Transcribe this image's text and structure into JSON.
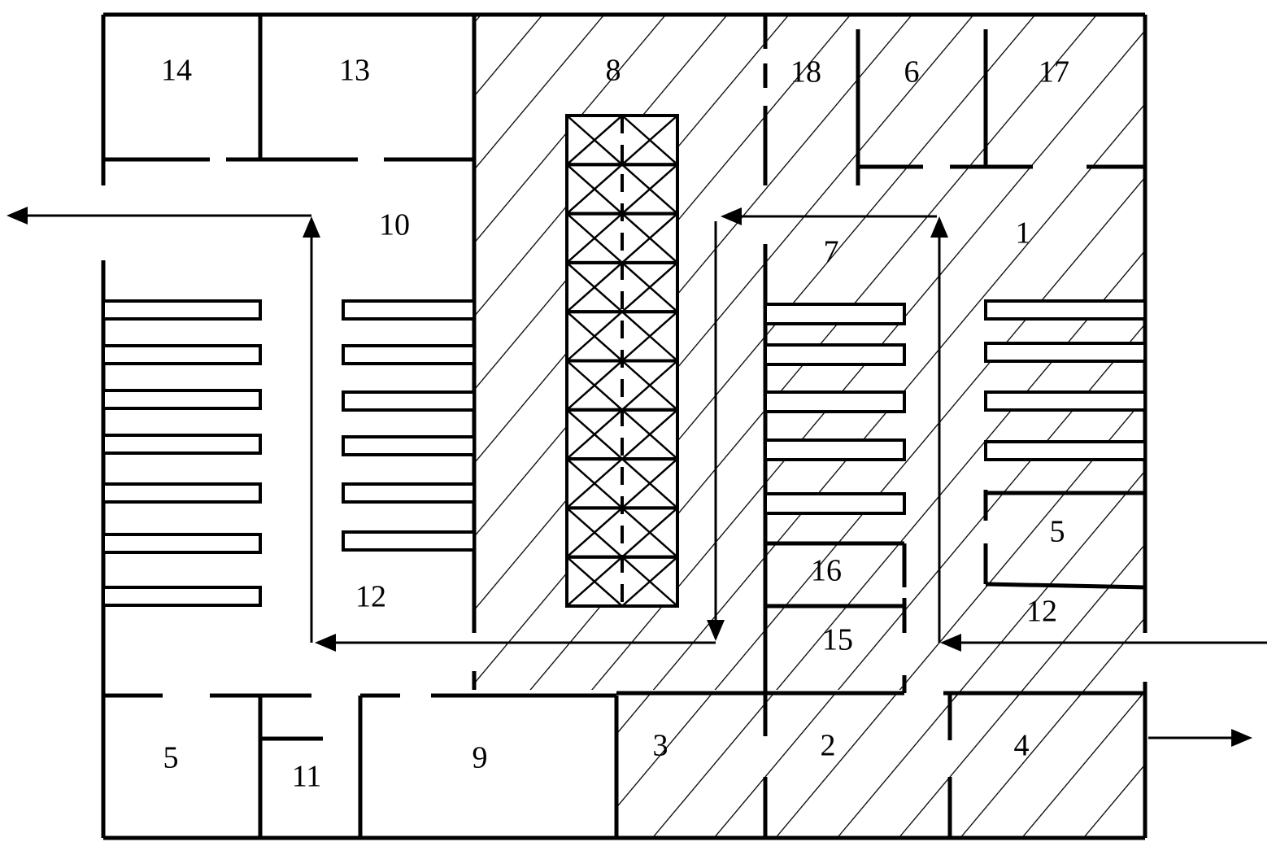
{
  "labels": {
    "l1": "1",
    "l2": "2",
    "l3": "3",
    "l4": "4",
    "l5a": "5",
    "l5b": "5",
    "l6": "6",
    "l7": "7",
    "l8": "8",
    "l9": "9",
    "l10": "10",
    "l11": "11",
    "l12a": "12",
    "l12b": "12",
    "l13": "13",
    "l14": "14",
    "l15": "15",
    "l16": "16",
    "l17": "17",
    "l18": "18"
  },
  "colors": {
    "ink": "#000000",
    "paper": "#ffffff"
  }
}
